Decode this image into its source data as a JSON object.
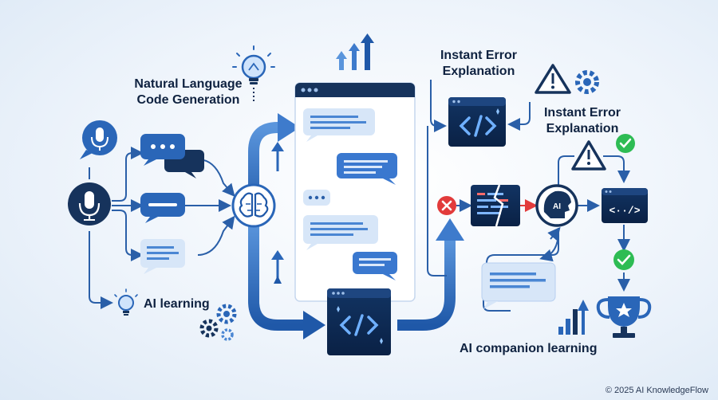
{
  "labels": {
    "nl_code_gen": "Natural Language\nCode Generation",
    "error_top": "Instant Error\nExplanation",
    "error_mid": "Instant Error\nExplanation",
    "ai_learning": "AI learning",
    "ai_companion": "AI companion learning"
  },
  "ai_badge": "AI",
  "credit": "© 2025 AI KnowledgeFlow",
  "colors": {
    "navy": "#16335c",
    "blue": "#2a66b8",
    "mid_blue": "#4a86d3",
    "light_blue": "#cfe0f5",
    "dark_panel": "#0e2a52",
    "success": "#2ebc54",
    "error": "#e23b3b"
  },
  "icons": [
    "microphone-icon",
    "chat-bubbles-icon",
    "brain-icon",
    "lightbulb-icon",
    "code-editor-icon",
    "warning-icon",
    "gear-icon",
    "check-icon",
    "error-icon",
    "ai-head-icon",
    "trophy-icon",
    "bar-chart-icon"
  ]
}
